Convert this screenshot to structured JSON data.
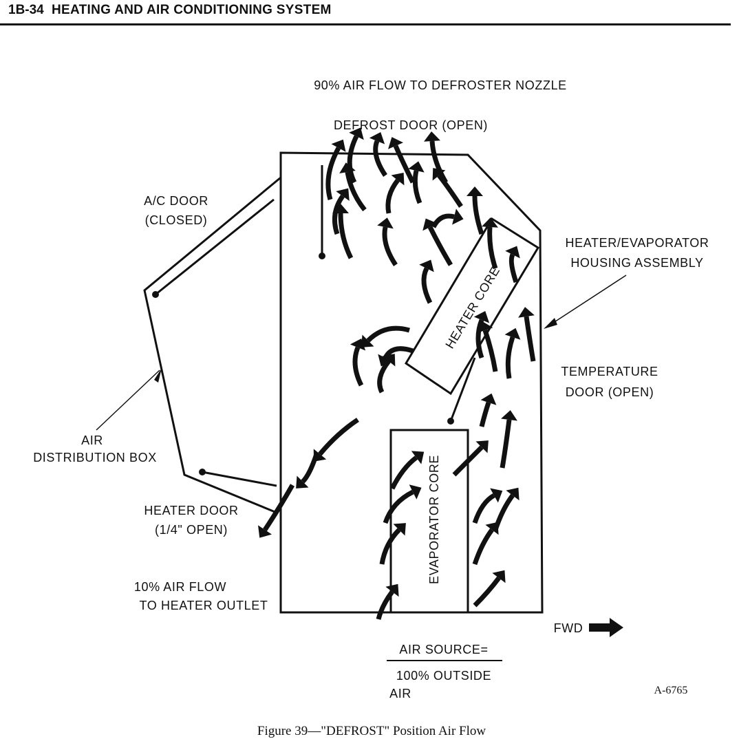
{
  "header": {
    "page_number": "1B-34",
    "section_title": "HEATING AND AIR CONDITIONING SYSTEM"
  },
  "labels": {
    "airflow_top": "90% AIR FLOW TO DEFROSTER NOZZLE",
    "defrost_door": "DEFROST DOOR (OPEN)",
    "ac_door_1": "A/C DOOR",
    "ac_door_2": "(CLOSED)",
    "housing_1": "HEATER/EVAPORATOR",
    "housing_2": "HOUSING ASSEMBLY",
    "heater_core": "HEATER CORE",
    "temp_door_1": "TEMPERATURE",
    "temp_door_2": "DOOR (OPEN)",
    "dist_box_1": "AIR",
    "dist_box_2": "DISTRIBUTION BOX",
    "evaporator_core": "EVAPORATOR CORE",
    "heater_door_1": "HEATER DOOR",
    "heater_door_2": "(1/4\" OPEN)",
    "heater_outlet_1": "10% AIR FLOW",
    "heater_outlet_2": "TO HEATER OUTLET",
    "fwd": "FWD",
    "air_source_1": "AIR SOURCE=",
    "air_source_2": "100% OUTSIDE",
    "air_source_3": "AIR",
    "figure_id": "A-6765"
  },
  "caption": "Figure 39—\"DEFROST\" Position Air Flow"
}
